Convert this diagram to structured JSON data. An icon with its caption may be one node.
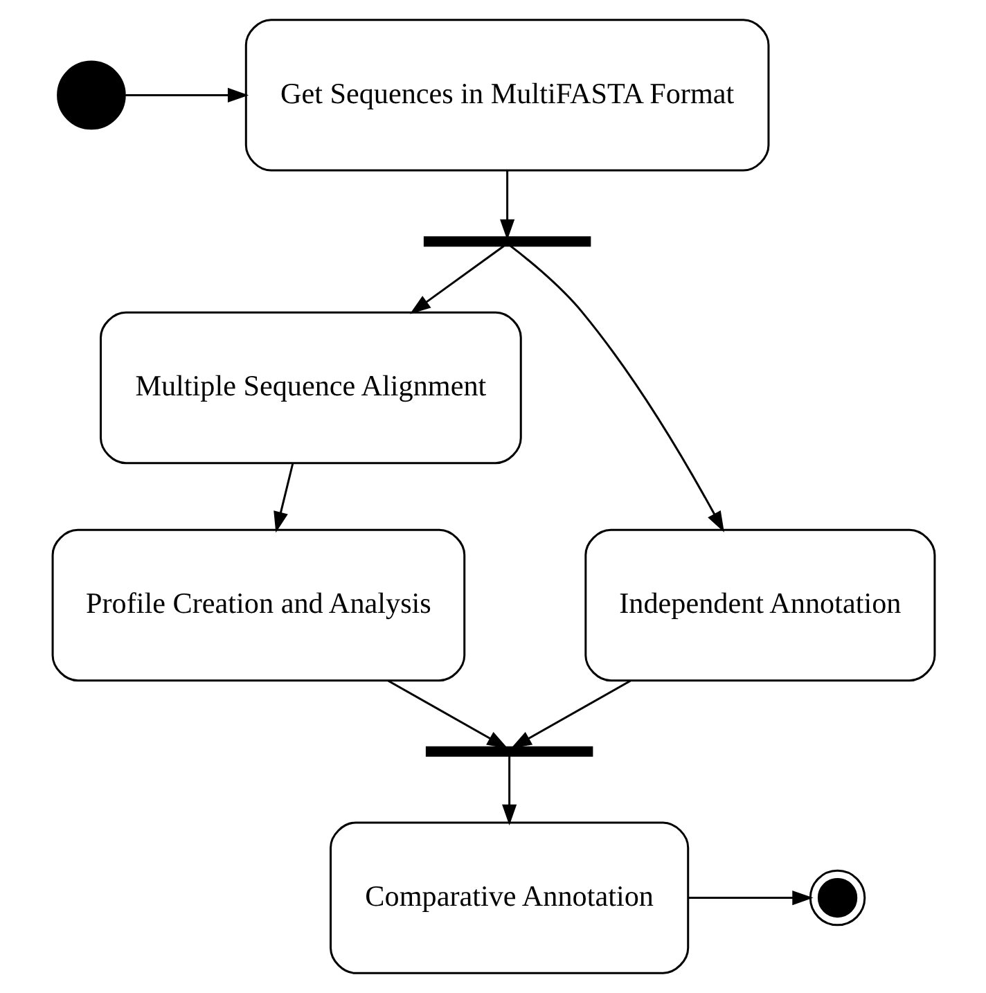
{
  "diagram": {
    "nodes": [
      {
        "text": [],
        "shape": "circle"
      },
      {
        "text": [
          "Get Sequences in MultiFASTA Format"
        ]
      },
      {
        "text": [],
        "shape": "bar"
      },
      {
        "text": [
          "Multiple Sequence Alignment"
        ]
      },
      {
        "text": [
          "Independent Annotation"
        ]
      },
      {
        "text": [
          "Profile Creation and Analysis"
        ]
      },
      {
        "text": [],
        "shape": "bar"
      },
      {
        "text": [
          "Comparative Annotation"
        ]
      },
      {
        "text": [],
        "shape": "circle"
      }
    ],
    "edges": [
      {
        "from": 0,
        "to": 1,
        "arrow": "to"
      },
      {
        "from": 1,
        "to": 2,
        "arrow": "to"
      },
      {
        "from": 2,
        "to": 3,
        "arrow": "to"
      },
      {
        "from": 2,
        "to": 4,
        "arrow": "to"
      },
      {
        "from": 3,
        "to": 5,
        "arrow": "to"
      },
      {
        "from": 5,
        "to": 6,
        "arrow": "to"
      },
      {
        "from": 4,
        "to": 6,
        "arrow": "to"
      },
      {
        "from": 6,
        "to": 7,
        "arrow": "to"
      },
      {
        "from": 7,
        "to": 8,
        "arrow": "to"
      }
    ]
  }
}
